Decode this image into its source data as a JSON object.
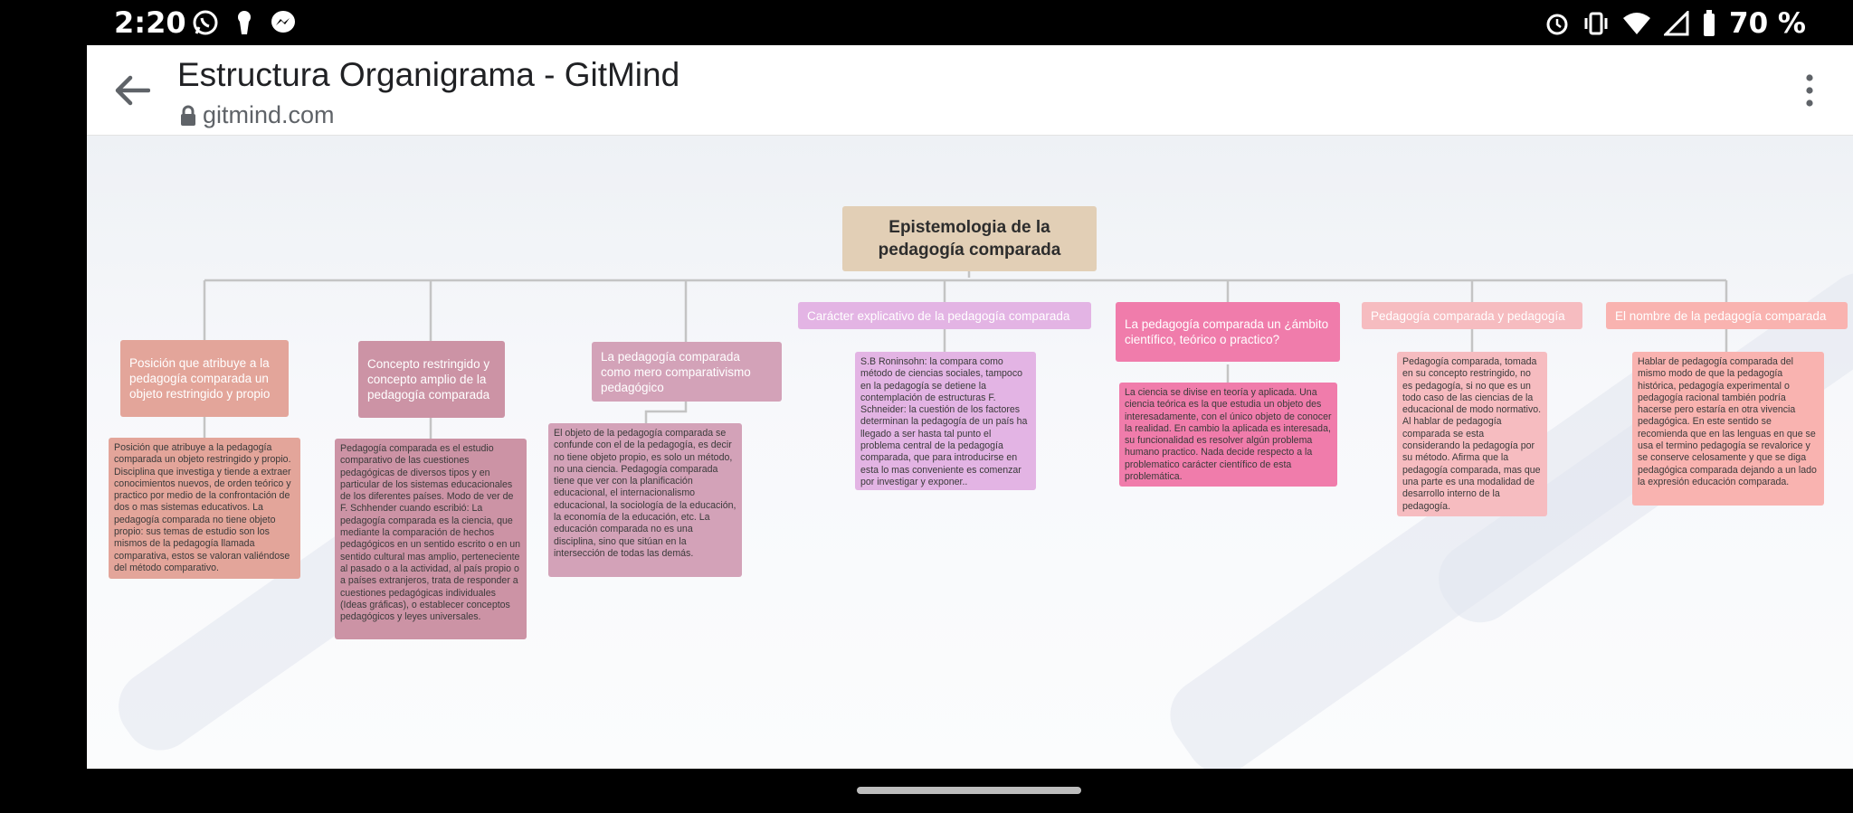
{
  "status_bar": {
    "time": "2:20",
    "battery": "70 %",
    "left_icons": [
      "whatsapp-icon",
      "keyhole-icon",
      "messenger-icon"
    ],
    "right_icons": [
      "alarm-icon",
      "vibrate-icon",
      "wifi-icon",
      "signal-icon",
      "battery-icon"
    ]
  },
  "browser": {
    "title": "Estructura Organigrama - GitMind",
    "url": "gitmind.com"
  },
  "diagram": {
    "root": "Epistemologia de la pedagogía comparada",
    "branches": [
      {
        "title": "Posición que atribuye a la pedagogía comparada un objeto restringido y propio",
        "detail": "Posición que atribuye a la pedagogía comparada un objeto restringido y propio. Disciplina que investiga y tiende a extraer conocimientos nuevos, de orden teórico y practico por medio de la confrontación de dos o mas sistemas educativos. La pedagogía comparada no tiene objeto propio: sus temas de estudio son los mismos de la pedagogía llamada comparativa, estos se valoran valiéndose del método comparativo."
      },
      {
        "title": "Concepto restringido y concepto amplio de la pedagogía comparada",
        "detail": "Pedagogía comparada es el estudio comparativo de las cuestiones pedagógicas de diversos tipos y en particular de los sistemas educacionales de los diferentes países. Modo de ver de F. Schhender cuando escribió: La pedagogía comparada es la ciencia, que mediante la comparación de hechos pedagógicos en un sentido escrito o en un sentido cultural mas amplio, perteneciente al pasado o a la actividad, al país propio o a países extranjeros, trata de responder a cuestiones pedagógicas individuales (Ideas gráficas), o establecer conceptos pedagógicos y leyes universales."
      },
      {
        "title": "La pedagogía comparada como mero comparativismo pedagógico",
        "detail": "El objeto de la pedagogía comparada se confunde con el de la pedagogía, es decir no tiene objeto propio, es solo un método, no una ciencia. Pedagogía comparada tiene que ver con la planificación educacional, el internacionalismo educacional, la sociología de la educación, la economía de la educación, etc. La educación comparada no es una disciplina, sino que sitúan en la intersección de todas las demás."
      },
      {
        "title": "Carácter explicativo de la pedagogía comparada",
        "detail": "S.B Roninsohn: la compara como método de ciencias sociales, tampoco en la pedagogía se detiene la contemplación de estructuras F. Schneider: la cuestión de los factores determinan la pedagogía de un país ha llegado a ser hasta tal punto el problema central de la pedagogía comparada, que para introducirse en esta lo mas conveniente es comenzar por investigar y exponer.."
      },
      {
        "title": "La pedagogía comparada un ¿ámbito científico, teórico o practico?",
        "detail": "La ciencia se divise en teoría y aplicada. Una ciencia teórica es la que estudia un objeto des interesadamente, con el único objeto de conocer la realidad. En cambio la aplicada es interesada, su funcionalidad es resolver algún problema humano practico.  Nada decide respecto a la problematico carácter científico de esta problemática."
      },
      {
        "title": "Pedagogía comparada y pedagogía",
        "detail": "Pedagogía comparada, tomada en su concepto restringido, no es pedagogía, si no que es un todo caso de las ciencias de la educacional de modo normativo. Al hablar de pedagogía comparada se esta considerando la pedagogía por su método. Afirma que la pedagogía comparada, mas que una parte es una modalidad de desarrollo interno de la pedagogía."
      },
      {
        "title": "El nombre de la pedagogía comparada",
        "detail": "Hablar de pedagogía comparada del mismo modo de que la pedagogía histórica, pedagogía experimental o pedagogía racional también podría hacerse pero estaría en otra vivencia pedagógica. En este sentido se recomienda que en las lenguas en que se usa el termino pedagogía se revalorice y se conserve celosamente y que se diga pedagógica comparada dejando a un lado la expresión educación comparada."
      }
    ]
  },
  "colors": {
    "root": "#e2cfb6",
    "branch_1": "#e3a59a",
    "branch_2": "#cc93a5",
    "branch_3": "#d3a2b8",
    "branch_4": "#e3b4e4",
    "branch_5": "#f07cab",
    "branch_6": "#f6bcc0",
    "branch_7": "#f9b3b0",
    "connector": "#c4c4c4"
  }
}
